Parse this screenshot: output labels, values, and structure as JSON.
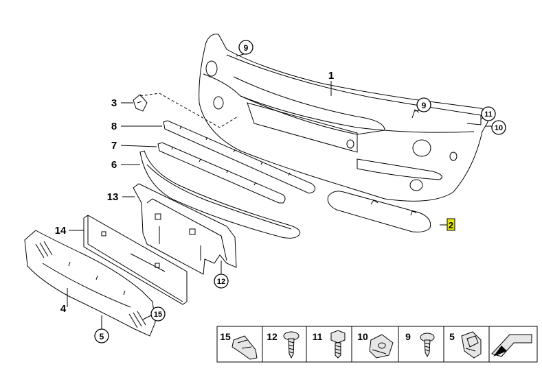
{
  "callouts": {
    "p1": "1",
    "p2": "2",
    "p3": "3",
    "p4": "4",
    "p5": "5",
    "p6": "6",
    "p7": "7",
    "p8": "8",
    "p9a": "9",
    "p9b": "9",
    "p10": "10",
    "p11": "11",
    "p12": "12",
    "p13": "13",
    "p14": "14",
    "p15": "15"
  },
  "fastener_strip": {
    "items": [
      {
        "number": "15",
        "icon": "mounting-clip-icon"
      },
      {
        "number": "12",
        "icon": "screw-icon"
      },
      {
        "number": "11",
        "icon": "hex-bolt-icon"
      },
      {
        "number": "10",
        "icon": "u-nut-icon"
      },
      {
        "number": "9",
        "icon": "screw-icon"
      },
      {
        "number": "5",
        "icon": "spring-clip-icon"
      }
    ],
    "arrow_icon": "direction-arrow-icon"
  },
  "colors": {
    "line": "#000000",
    "highlight": "#e6e600",
    "shade": "#e6e6e6"
  }
}
